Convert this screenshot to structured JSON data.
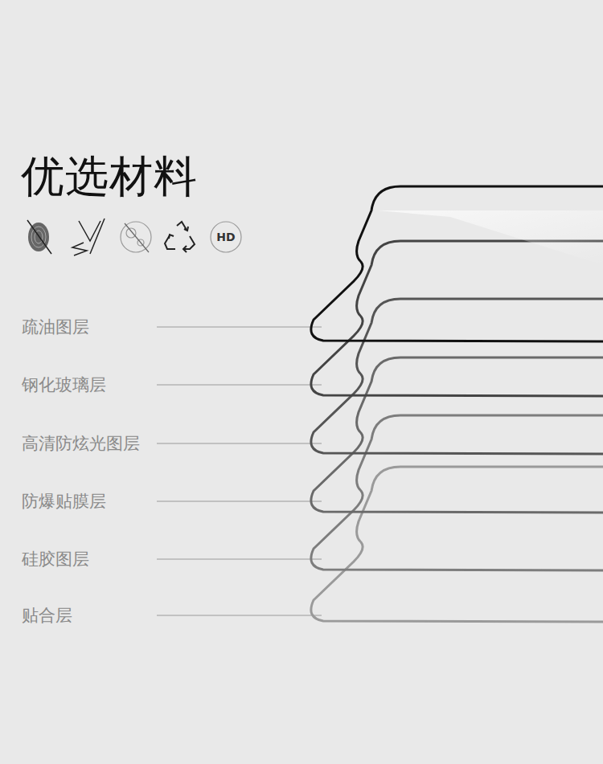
{
  "diagram": {
    "title": "优选材料",
    "labels": [
      "HD",
      "疏油图层",
      "钢化玻璃层",
      "高清防炫光图层",
      "防爆贴膜层",
      "硅胶图层",
      "贴合层"
    ]
  }
}
